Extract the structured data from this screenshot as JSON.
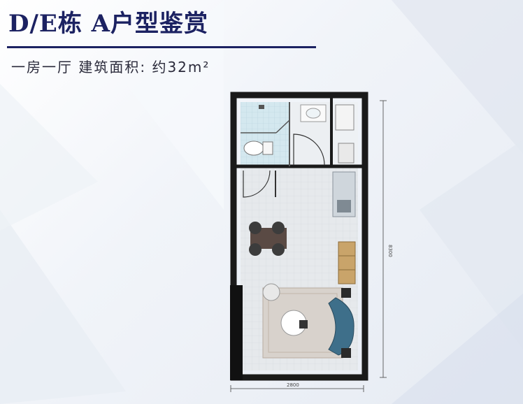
{
  "header": {
    "title": "D/E栋 A户型鉴赏",
    "subtitle": "一房一厅  建筑面积: 约32m²"
  },
  "floor_plan": {
    "dim_width": "2800",
    "dim_height": "8300"
  },
  "colors": {
    "title": "#1c2262",
    "wall": "#1a1a1a",
    "floor_tile": "#e4e7ea",
    "rug": "#d8d2cc",
    "sofa": "#3e6f8a",
    "cabinet": "#c9a46a"
  }
}
